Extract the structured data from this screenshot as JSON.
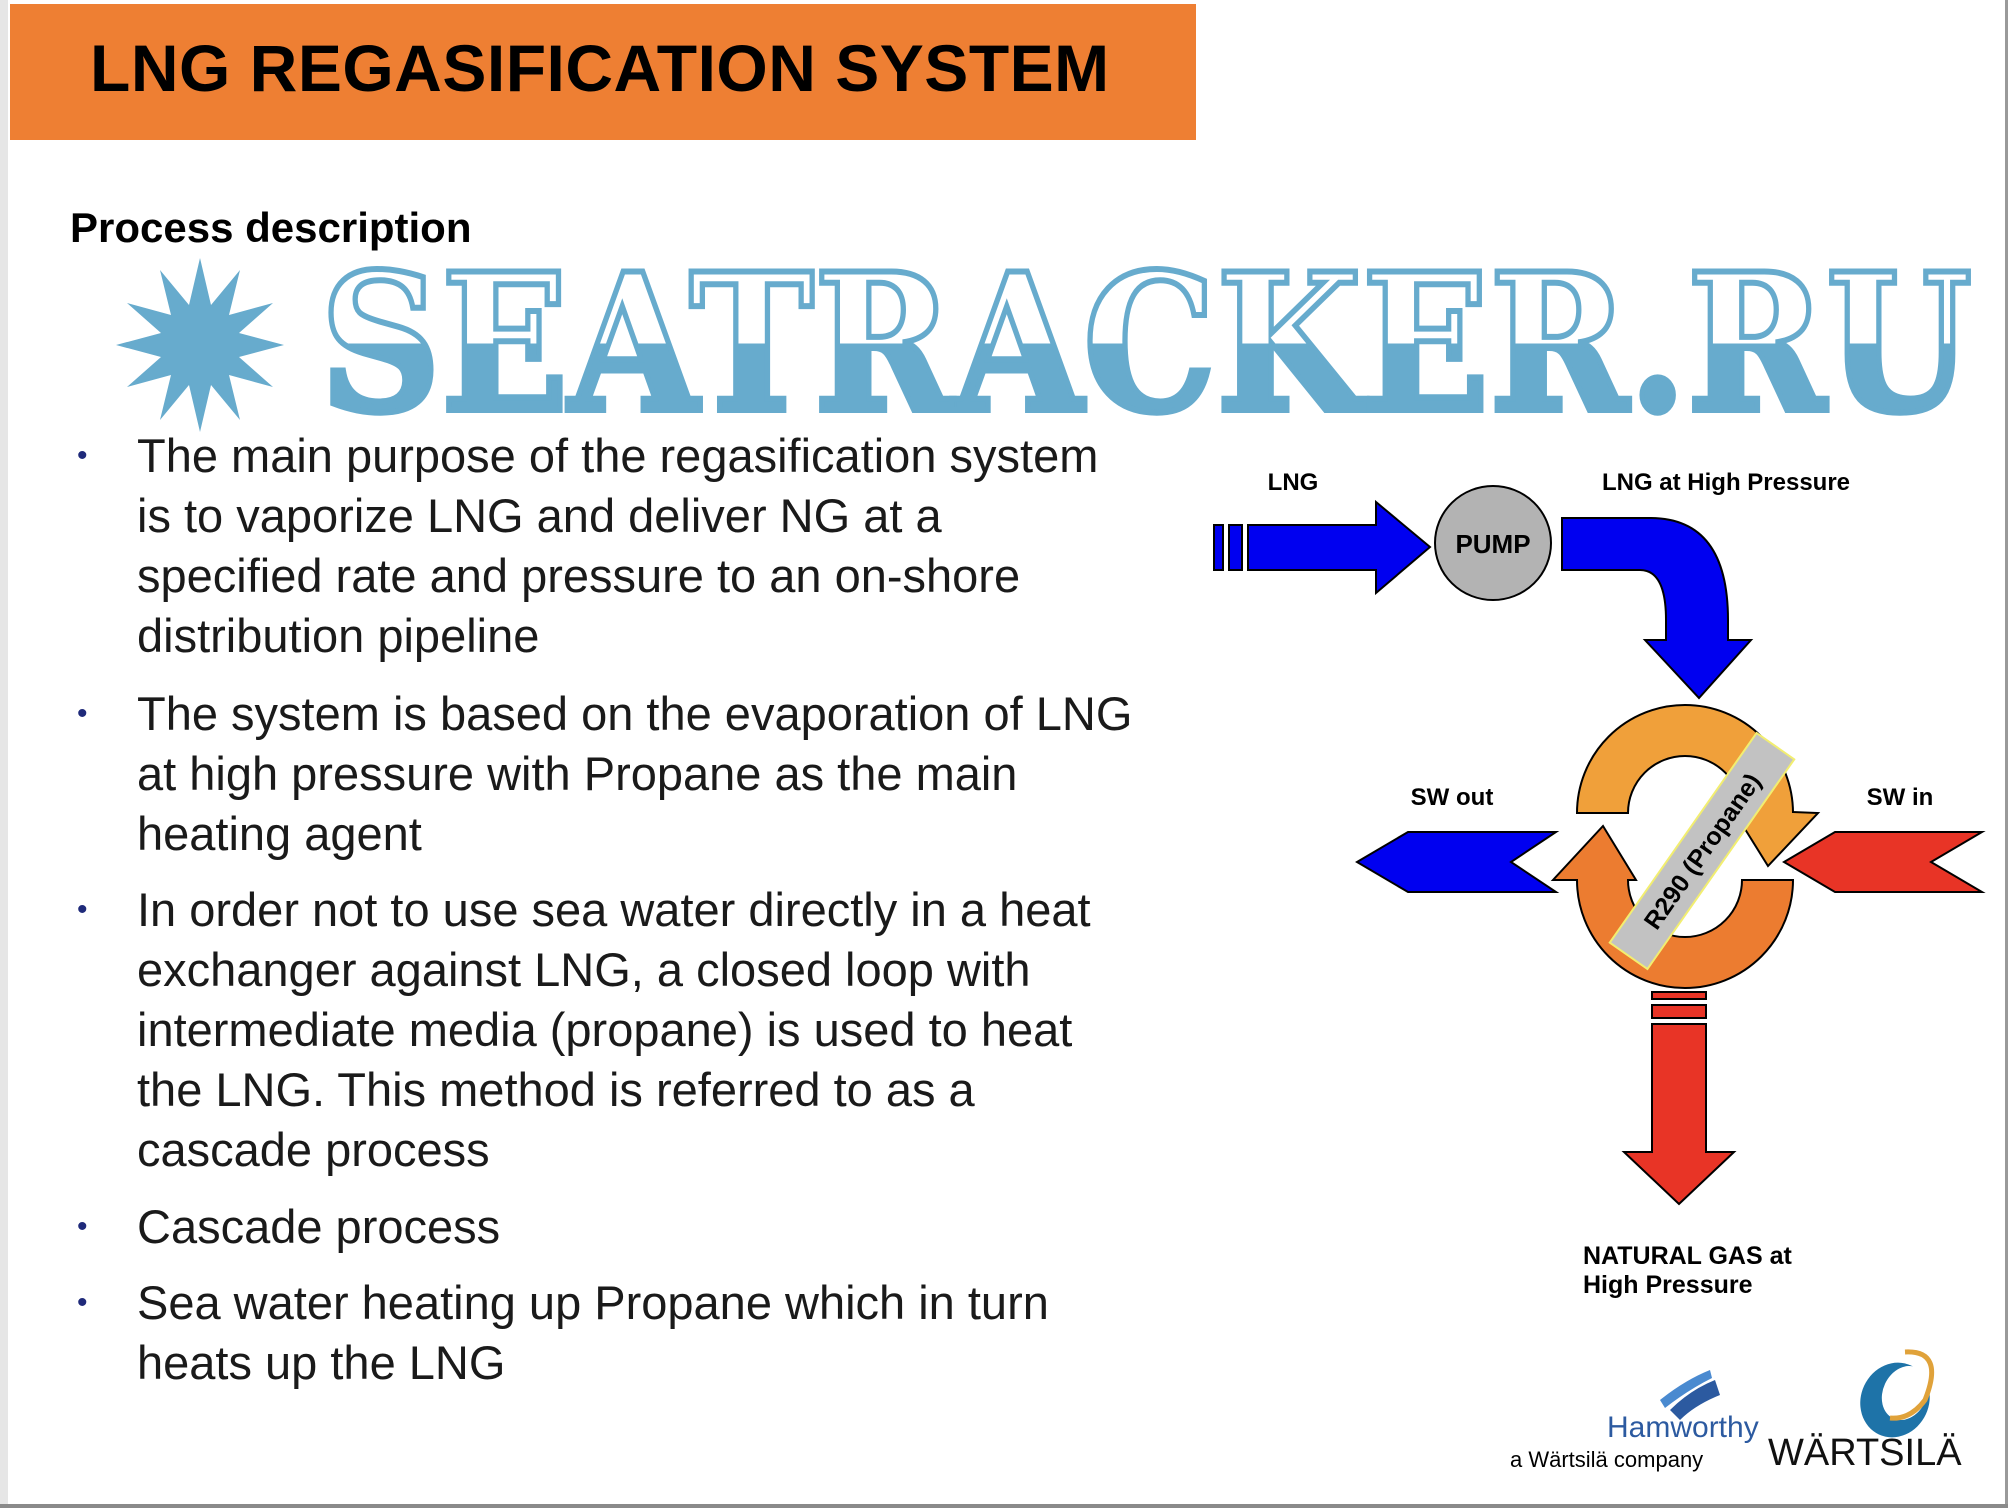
{
  "header": {
    "title": "LNG REGASIFICATION SYSTEM"
  },
  "section": {
    "subtitle": "Process description"
  },
  "bullets": [
    "The main purpose of the regasification system is to vaporize LNG and deliver NG at a specified rate and pressure to an on-shore distribution pipeline",
    "The system is based on the evaporation of LNG at high pressure with Propane as the main heating agent",
    "In order not to use sea water directly in a heat exchanger against LNG, a closed loop with intermediate media (propane) is used to heat the LNG. This method is referred to as a cascade process",
    "Cascade process",
    "Sea water heating up Propane which in turn heats up the LNG"
  ],
  "diagram": {
    "lng_label": "LNG",
    "pump_label": "PUMP",
    "lng_hp_label": "LNG at High Pressure",
    "sw_out_label": "SW out",
    "sw_in_label": "SW in",
    "propane_label": "R290 (Propane)",
    "ng_label_line1": "NATURAL GAS at",
    "ng_label_line2": "High Pressure"
  },
  "logos": {
    "hamworthy": "Hamworthy",
    "hamworthy_tagline": "a Wärtsilä company",
    "wartsila": "WÄRTSILÄ"
  },
  "watermark": {
    "text": "SEATRACKER.RU"
  },
  "colors": {
    "header": "#EE7F33",
    "lng_blue": "#0000F0",
    "sw_red": "#E83426",
    "loop_light": "#F0A03A",
    "loop_dark": "#EC7C30",
    "watermark": "#67ABCD"
  }
}
